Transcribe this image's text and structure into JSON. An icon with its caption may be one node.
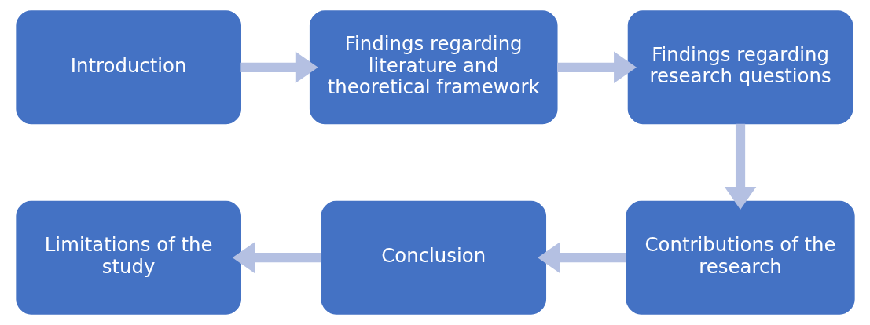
{
  "diagram": {
    "nodes": [
      {
        "text": [
          "Introduction"
        ]
      },
      {
        "text": [
          "Findings regarding literature and theoretical framework"
        ]
      },
      {
        "text": [
          "Findings regarding research questions"
        ]
      },
      {
        "text": [
          "Contributions of the research"
        ]
      },
      {
        "text": [
          "Conclusion"
        ]
      },
      {
        "text": [
          "Limitations of the study"
        ]
      }
    ],
    "edges": [
      {
        "from": 0,
        "to": 1,
        "arrow": "to"
      },
      {
        "from": 1,
        "to": 2,
        "arrow": "to"
      },
      {
        "from": 2,
        "to": 3,
        "arrow": "to"
      },
      {
        "from": 3,
        "to": 4,
        "arrow": "to"
      },
      {
        "from": 4,
        "to": 5,
        "arrow": "to"
      }
    ]
  }
}
